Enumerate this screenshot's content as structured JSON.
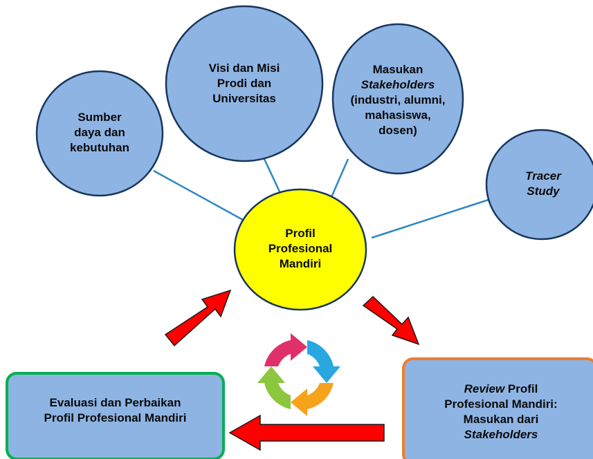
{
  "colors": {
    "circle_fill": "#8EB4E3",
    "circle_stroke": "#17365D",
    "center_fill": "#FFFF00",
    "connector": "#2E86C1",
    "arrow_fill": "#FF0000",
    "evaluasi_border": "#00B050",
    "review_border": "#ED7D31",
    "cycle": [
      "#E0306A",
      "#29A7E1",
      "#F7A21B",
      "#8DC63F"
    ]
  },
  "nodes": {
    "sumber": {
      "lines": [
        "Sumber",
        "daya dan",
        "kebutuhan"
      ]
    },
    "visi": {
      "lines": [
        "Visi dan Misi",
        "Prodi dan",
        "Universitas"
      ]
    },
    "masukan": {
      "line1": "Masukan",
      "line2": "Stakeholders",
      "line3": "(industri, alumni,",
      "line4": "mahasiswa,",
      "line5": "dosen)"
    },
    "tracer": {
      "lines": [
        "Tracer",
        "Study"
      ]
    },
    "profil": {
      "lines": [
        "Profil",
        "Profesional",
        "Mandiri"
      ]
    }
  },
  "boxes": {
    "evaluasi": {
      "lines": [
        "Evaluasi dan Perbaikan",
        "Profil Profesional Mandiri"
      ]
    },
    "review": {
      "line1_italic": "Review",
      "line1_rest": " Profil",
      "line2": "Profesional Mandiri:",
      "line3": "Masukan dari",
      "line4": "Stakeholders"
    }
  },
  "arrows": [
    "arrow-to-profil",
    "arrow-to-review",
    "arrow-to-evaluasi"
  ],
  "icons": [
    "cycle-icon"
  ]
}
